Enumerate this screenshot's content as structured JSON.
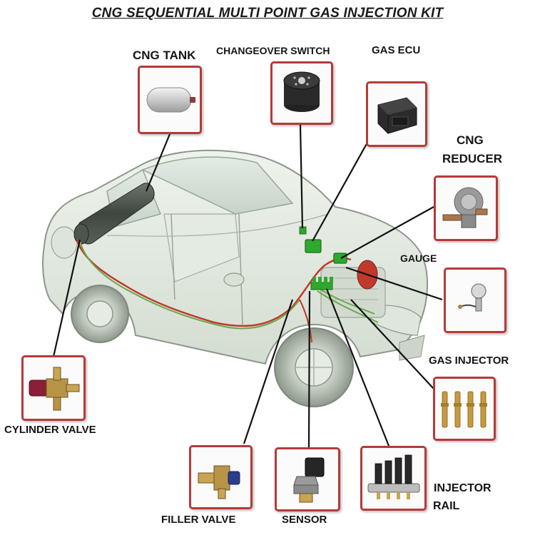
{
  "title": "CNG SEQUENTIAL MULTI POINT GAS INJECTION KIT",
  "labels": {
    "cng_tank": "CNG TANK",
    "changeover_switch": "CHANGEOVER SWITCH",
    "gas_ecu": "GAS ECU",
    "cng_reducer_1": "CNG",
    "cng_reducer_2": "REDUCER",
    "gauge": "GAUGE",
    "gas_injector": "GAS INJECTOR",
    "cylinder_valve": "CYLINDER VALVE",
    "filler_valve": "FILLER VALVE",
    "sensor": "SENSOR",
    "injector_rail_1": "INJECTOR",
    "injector_rail_2": "RAIL"
  },
  "colors": {
    "box_border": "#b53a3a",
    "leader_line": "#111111",
    "gas_pipe": "#c0392b",
    "wiring": "#6aa84f",
    "component_green": "#2ea82e"
  }
}
